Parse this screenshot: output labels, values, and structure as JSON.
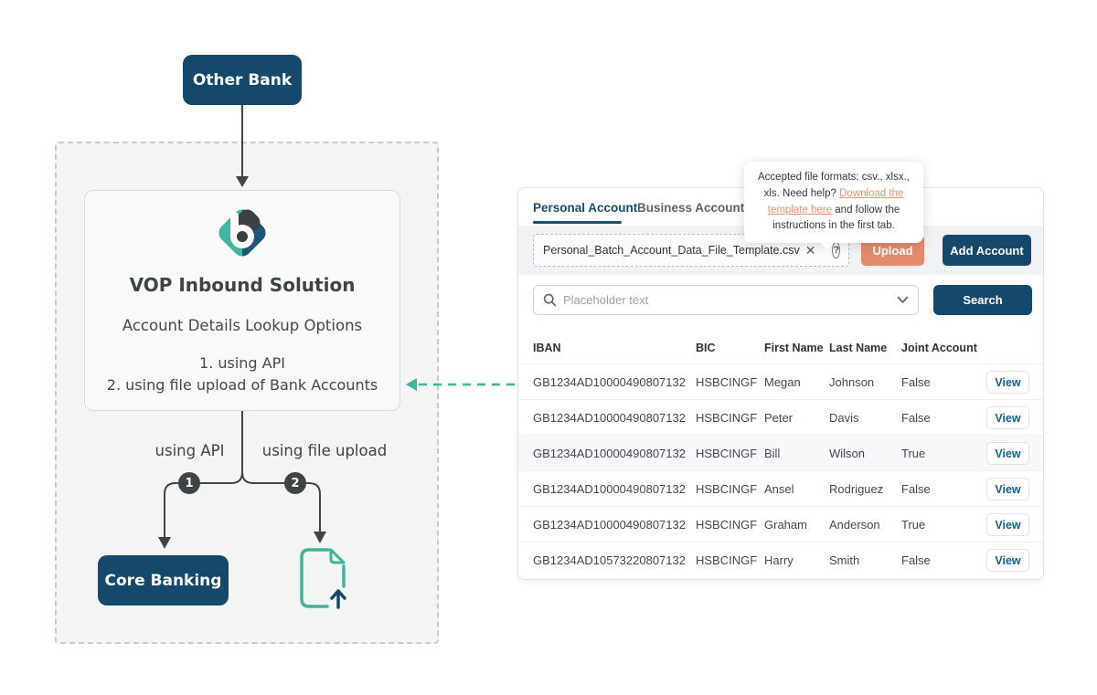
{
  "diagram": {
    "other_bank_label": "Other Bank",
    "title": "VOP Inbound Solution",
    "subtitle": "Account Details Lookup Options",
    "option1": "1. using API",
    "option2": "2. using file upload of Bank Accounts",
    "branch1_label": "using API",
    "branch2_label": "using file upload",
    "branch1_number": "1",
    "branch2_number": "2",
    "core_banking_label": "Core Banking",
    "icons": {
      "logo": "vop-diamond-logo",
      "file": "file-upload-icon"
    },
    "colors": {
      "navy": "#15496B",
      "teal": "#3EB49C",
      "charcoal": "#3F4447"
    }
  },
  "panel": {
    "tabs": [
      {
        "label": "Personal Account",
        "active": true
      },
      {
        "label": "Business Account",
        "active": false
      }
    ],
    "tooltip": {
      "before_link": "Accepted file formats: csv., xlsx., xls. Need help? ",
      "link_text": "Download the template here",
      "after_link": " and follow the instructions in the first tab.",
      "link_color": "#E8906F"
    },
    "upload": {
      "filename": "Personal_Batch_Account_Data_File_Template.csv",
      "clear_icon": "close-icon",
      "help_icon": "question-circle-icon",
      "help_symbol": "?",
      "upload_label": "Upload",
      "add_account_label": "Add Account",
      "upload_color": "#E28A6B",
      "add_account_color": "#15496B"
    },
    "search": {
      "placeholder": "Placeholder text",
      "button_label": "Search"
    },
    "table": {
      "headers": [
        "IBAN",
        "BIC",
        "First Name",
        "Last Name",
        "Joint Account"
      ],
      "view_label": "View",
      "rows": [
        {
          "iban": "GB1234AD10000490807132",
          "bic": "HSBCINGF",
          "first": "Megan",
          "last": "Johnson",
          "joint": "False"
        },
        {
          "iban": "GB1234AD10000490807132",
          "bic": "HSBCINGF",
          "first": "Peter",
          "last": "Davis",
          "joint": "False"
        },
        {
          "iban": "GB1234AD10000490807132",
          "bic": "HSBCINGF",
          "first": "Bill",
          "last": "Wilson",
          "joint": "True"
        },
        {
          "iban": "GB1234AD10000490807132",
          "bic": "HSBCINGF",
          "first": "Ansel",
          "last": "Rodriguez",
          "joint": "False"
        },
        {
          "iban": "GB1234AD10000490807132",
          "bic": "HSBCINGF",
          "first": "Graham",
          "last": "Anderson",
          "joint": "True"
        },
        {
          "iban": "GB1234AD10573220807132",
          "bic": "HSBCINGF",
          "first": "Harry",
          "last": "Smith",
          "joint": "False"
        }
      ]
    }
  }
}
